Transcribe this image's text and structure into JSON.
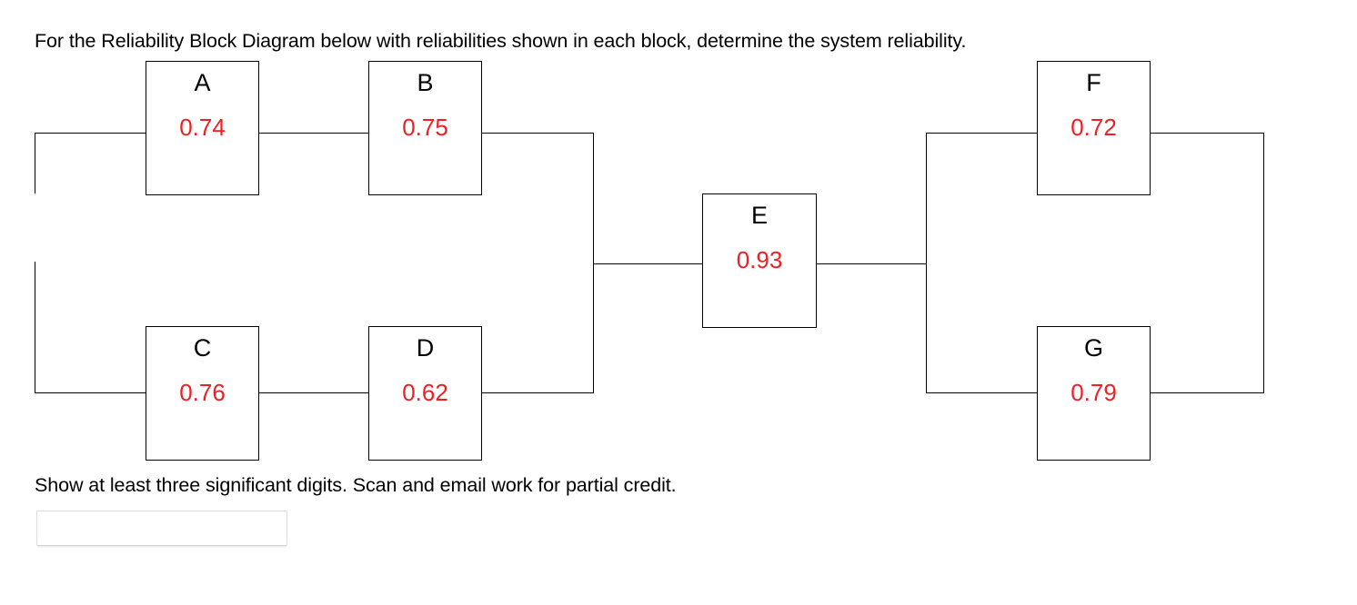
{
  "question": {
    "prompt": "For the Reliability Block Diagram below with reliabilities shown in each block, determine the system reliability.",
    "instruction": "Show at least three significant digits.  Scan and email work for partial credit."
  },
  "answer": {
    "value": "",
    "placeholder": ""
  },
  "colors": {
    "reliability_value": "#ED2024",
    "block_border": "#000000",
    "wire": "#000000",
    "text": "#000000",
    "background": "#ffffff",
    "input_border": "#dcdcdc"
  },
  "diagram": {
    "type": "reliability-block-diagram",
    "blocks": [
      {
        "id": "A",
        "label": "A",
        "reliability": "0.74"
      },
      {
        "id": "B",
        "label": "B",
        "reliability": "0.75"
      },
      {
        "id": "C",
        "label": "C",
        "reliability": "0.76"
      },
      {
        "id": "D",
        "label": "D",
        "reliability": "0.62"
      },
      {
        "id": "E",
        "label": "E",
        "reliability": "0.93"
      },
      {
        "id": "F",
        "label": "F",
        "reliability": "0.72"
      },
      {
        "id": "G",
        "label": "G",
        "reliability": "0.79"
      }
    ]
  }
}
